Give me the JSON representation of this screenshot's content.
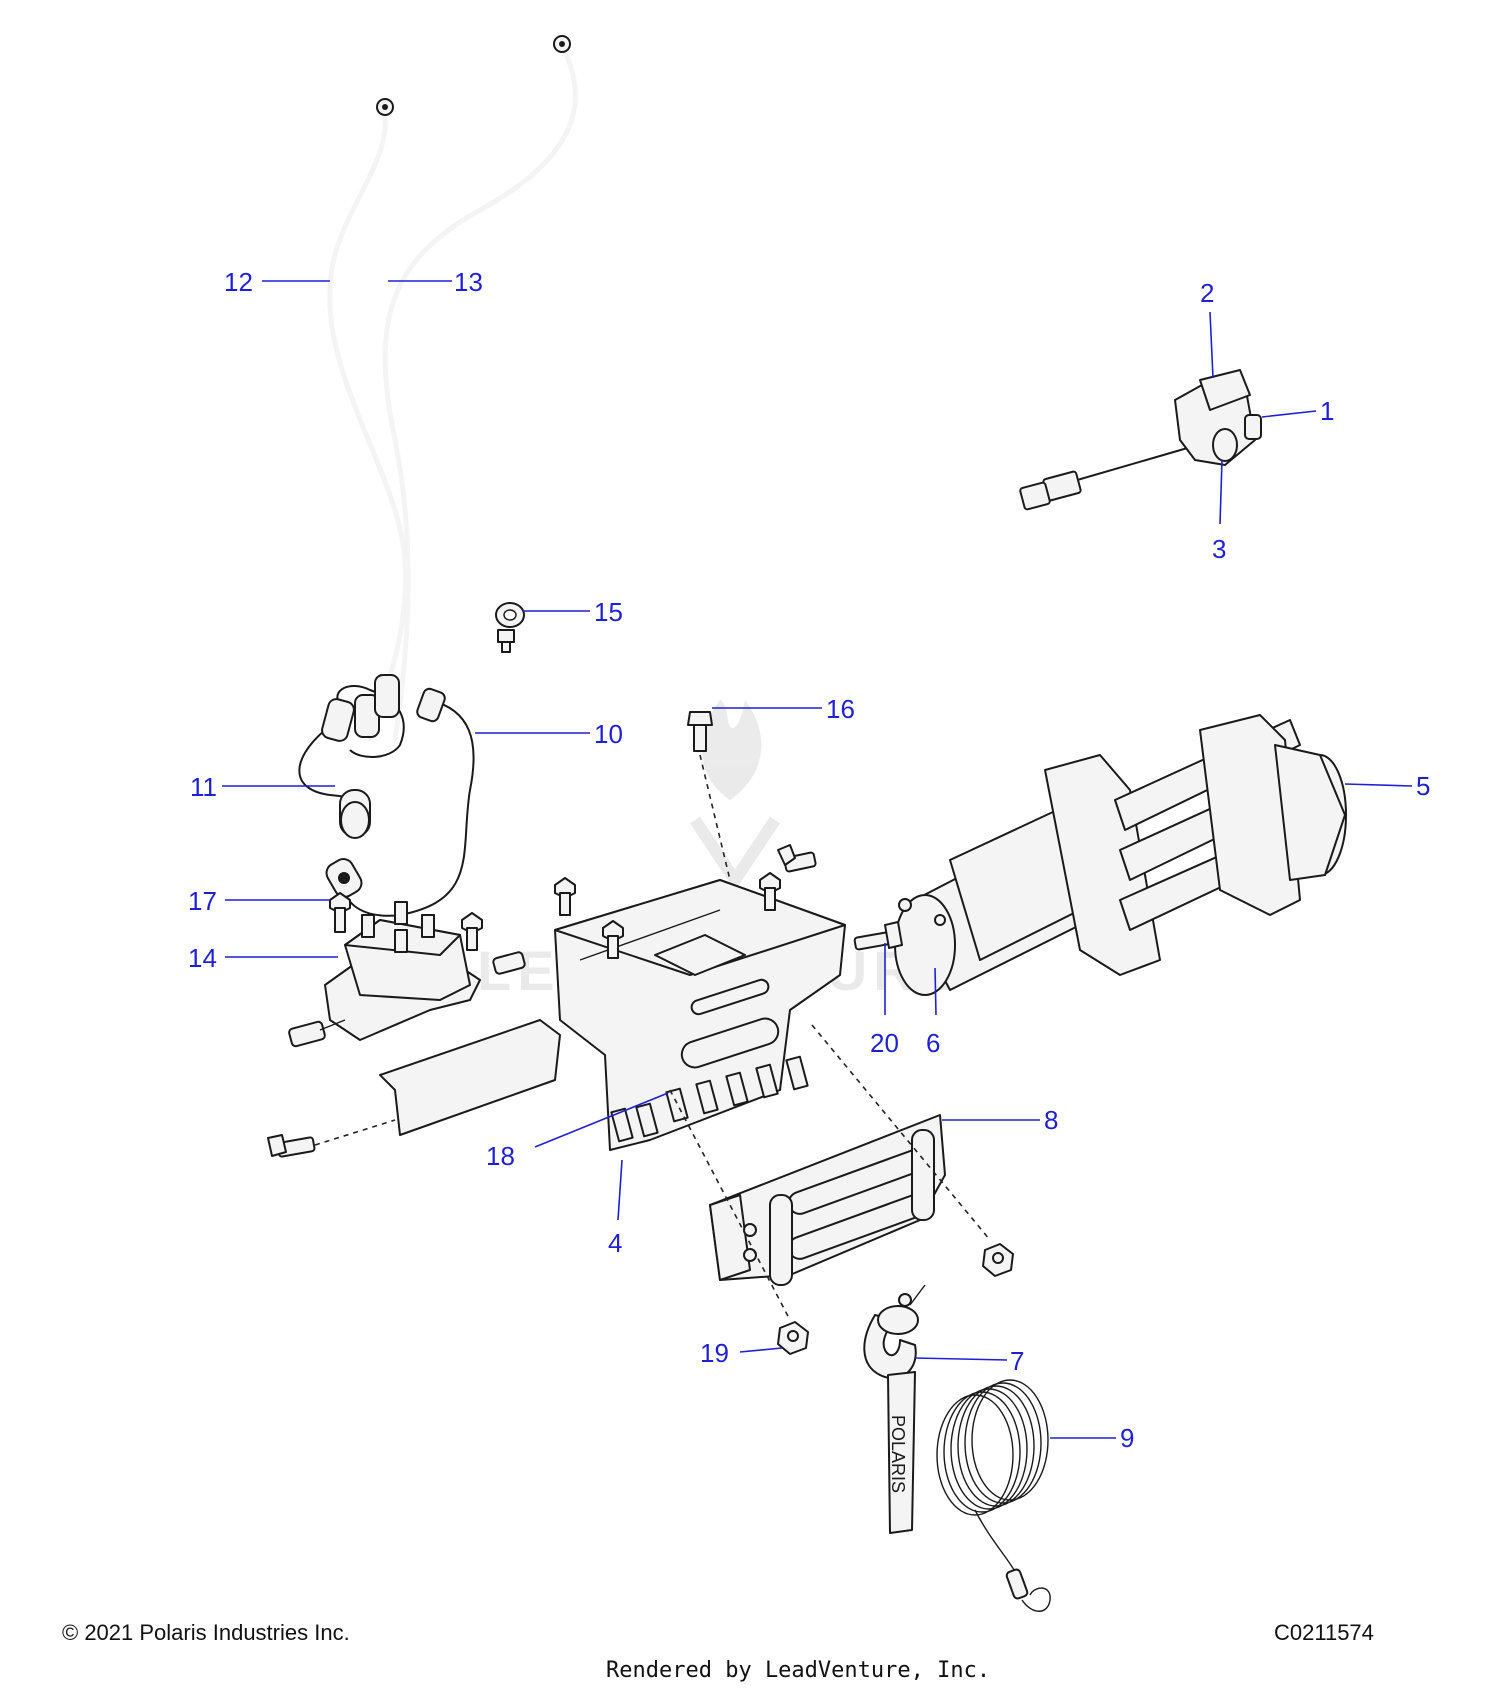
{
  "callouts": [
    {
      "id": "1",
      "label": "1"
    },
    {
      "id": "2",
      "label": "2"
    },
    {
      "id": "3",
      "label": "3"
    },
    {
      "id": "4",
      "label": "4"
    },
    {
      "id": "5",
      "label": "5"
    },
    {
      "id": "6",
      "label": "6"
    },
    {
      "id": "7",
      "label": "7"
    },
    {
      "id": "8",
      "label": "8"
    },
    {
      "id": "9",
      "label": "9"
    },
    {
      "id": "10",
      "label": "10"
    },
    {
      "id": "11",
      "label": "11"
    },
    {
      "id": "12",
      "label": "12"
    },
    {
      "id": "13",
      "label": "13"
    },
    {
      "id": "14",
      "label": "14"
    },
    {
      "id": "15",
      "label": "15"
    },
    {
      "id": "16",
      "label": "16"
    },
    {
      "id": "17",
      "label": "17"
    },
    {
      "id": "18",
      "label": "18"
    },
    {
      "id": "19",
      "label": "19"
    },
    {
      "id": "20",
      "label": "20"
    }
  ],
  "strap_text": "POLARIS",
  "watermark_text": "LEADVENTURE",
  "footer": {
    "copyright": "© 2021 Polaris Industries Inc.",
    "code": "C0211574",
    "rendered_by": "Rendered by LeadVenture, Inc."
  },
  "colors": {
    "callout": "#1f1fd6",
    "line": "#1a1a1a",
    "part_fill": "#f4f4f4"
  }
}
